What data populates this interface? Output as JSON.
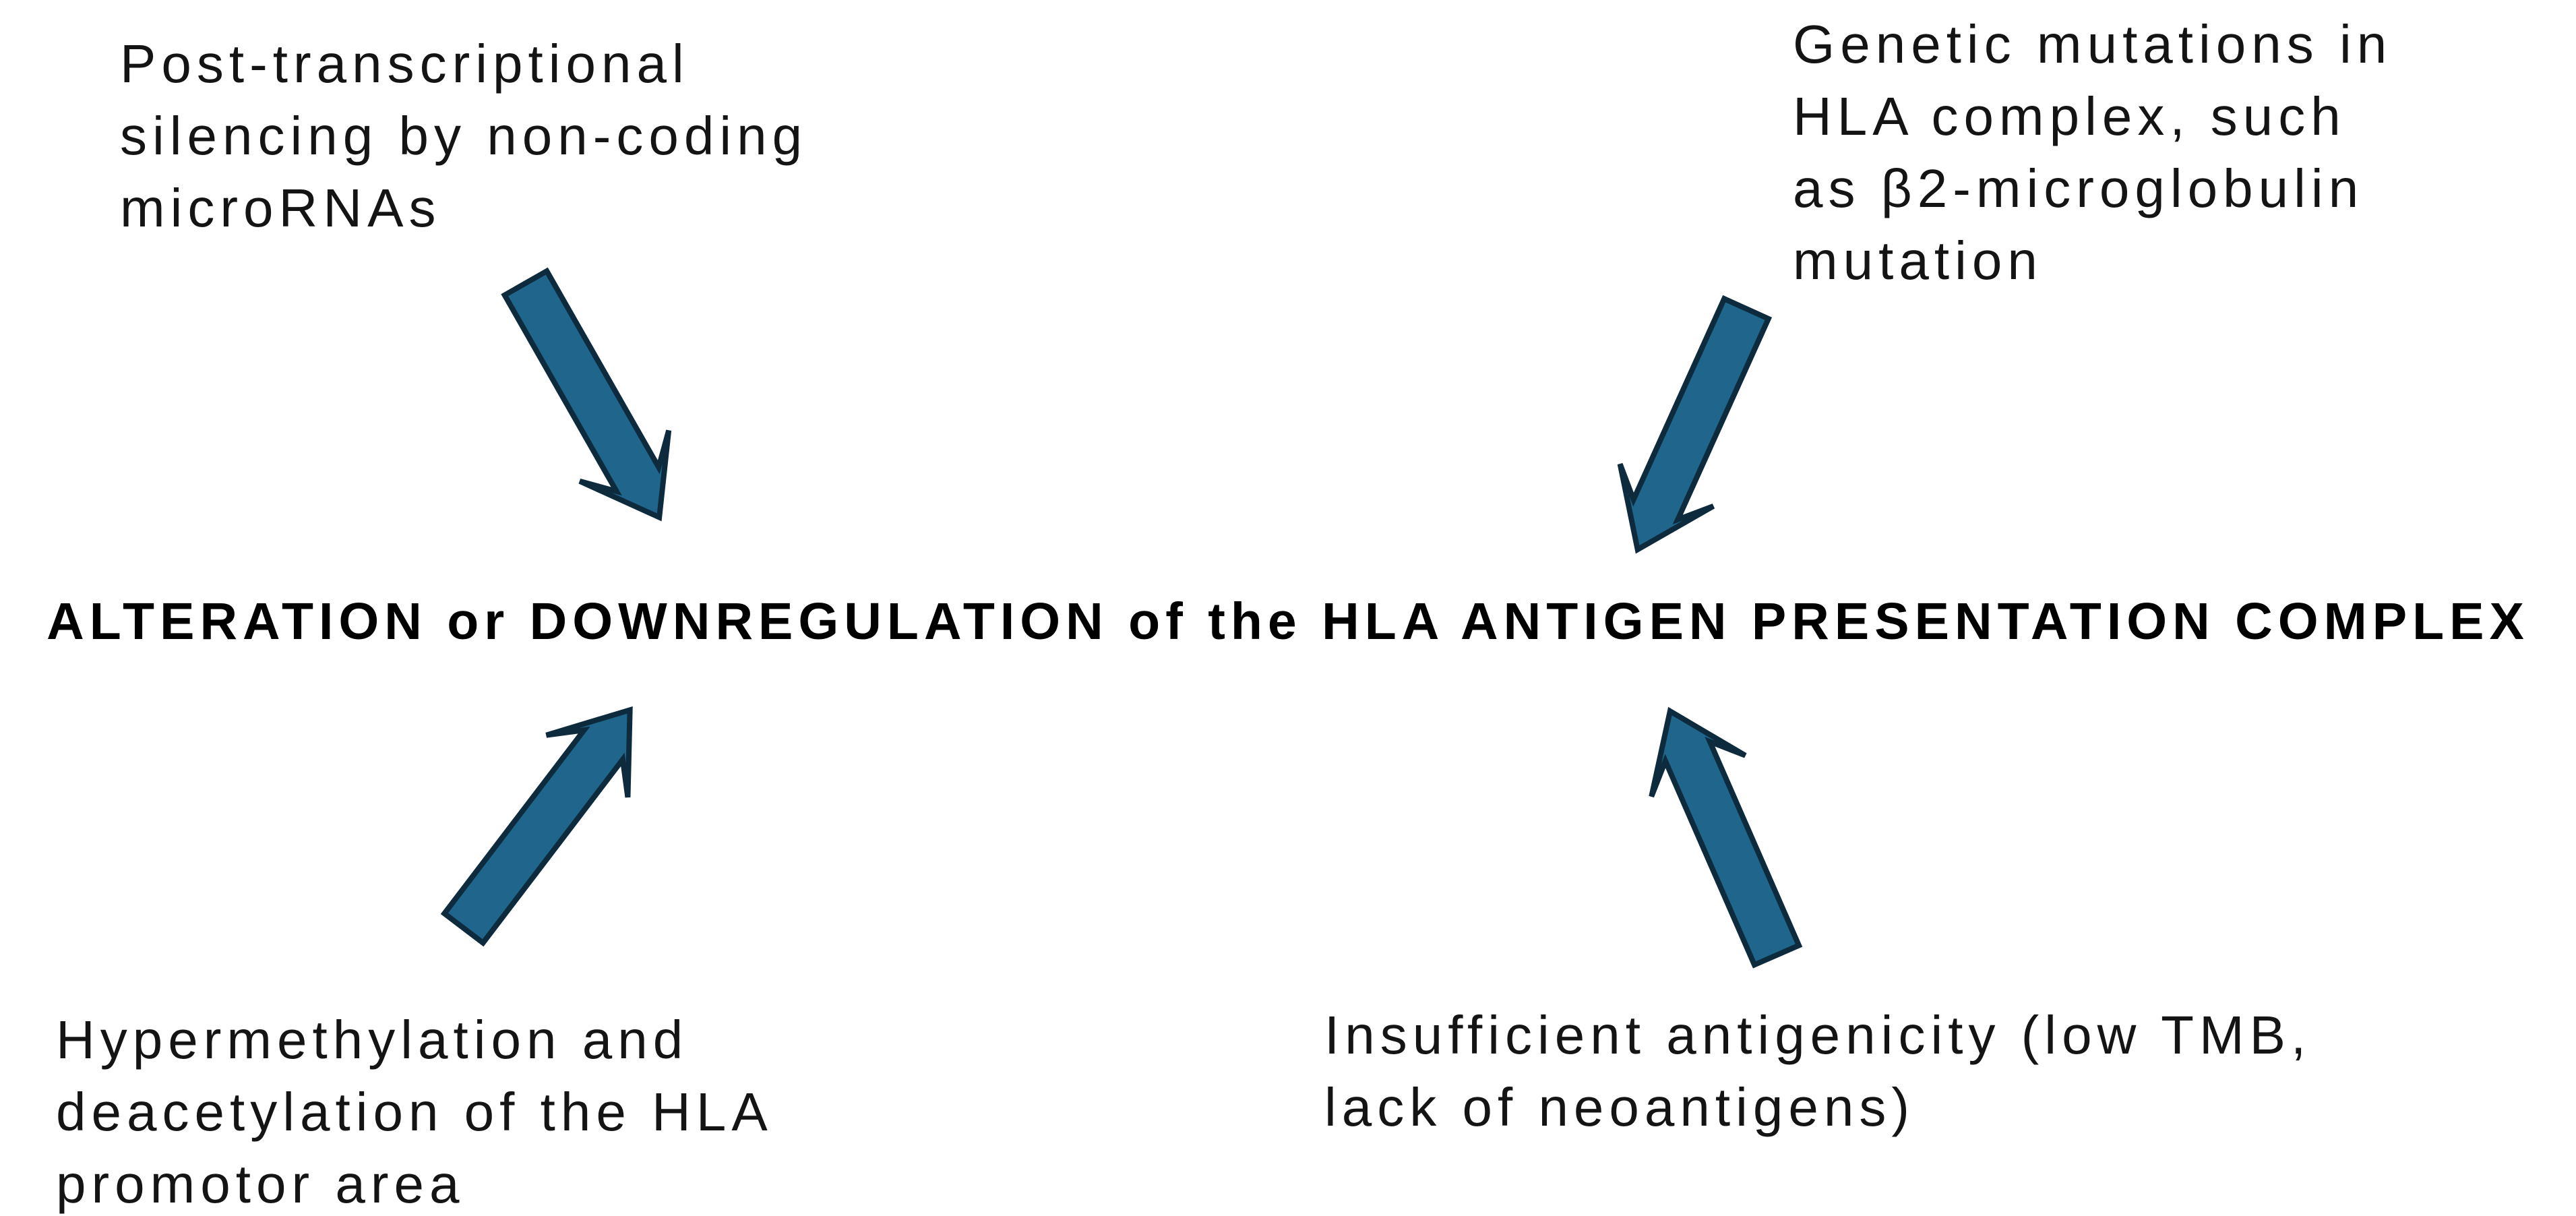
{
  "page": {
    "background": "#FFFFFF",
    "text_color": "#141414"
  },
  "headline": {
    "text": "ALTERATION or DOWNREGULATION of the HLA ANTIGEN PRESENTATION COMPLEX"
  },
  "labels": {
    "top_left": "Post-transcriptional\nsilencing by non-coding\nmicroRNAs",
    "top_right": "Genetic mutations in\nHLA complex, such\nas β2-microglobulin\nmutation",
    "bottom_left": "Hypermethylation and\ndeacetylation of the HLA\npromotor area",
    "bottom_right": "Insufficient antigenicity (low TMB,\nlack of neoantigens)"
  },
  "arrows": {
    "fill": "#1F658C",
    "outline": "#0D2B3D",
    "items": [
      {
        "name": "top-left-arrow",
        "direction": "down-right"
      },
      {
        "name": "top-right-arrow",
        "direction": "down-left"
      },
      {
        "name": "bottom-left-arrow",
        "direction": "up-right"
      },
      {
        "name": "bottom-right-arrow",
        "direction": "up-left"
      }
    ]
  }
}
